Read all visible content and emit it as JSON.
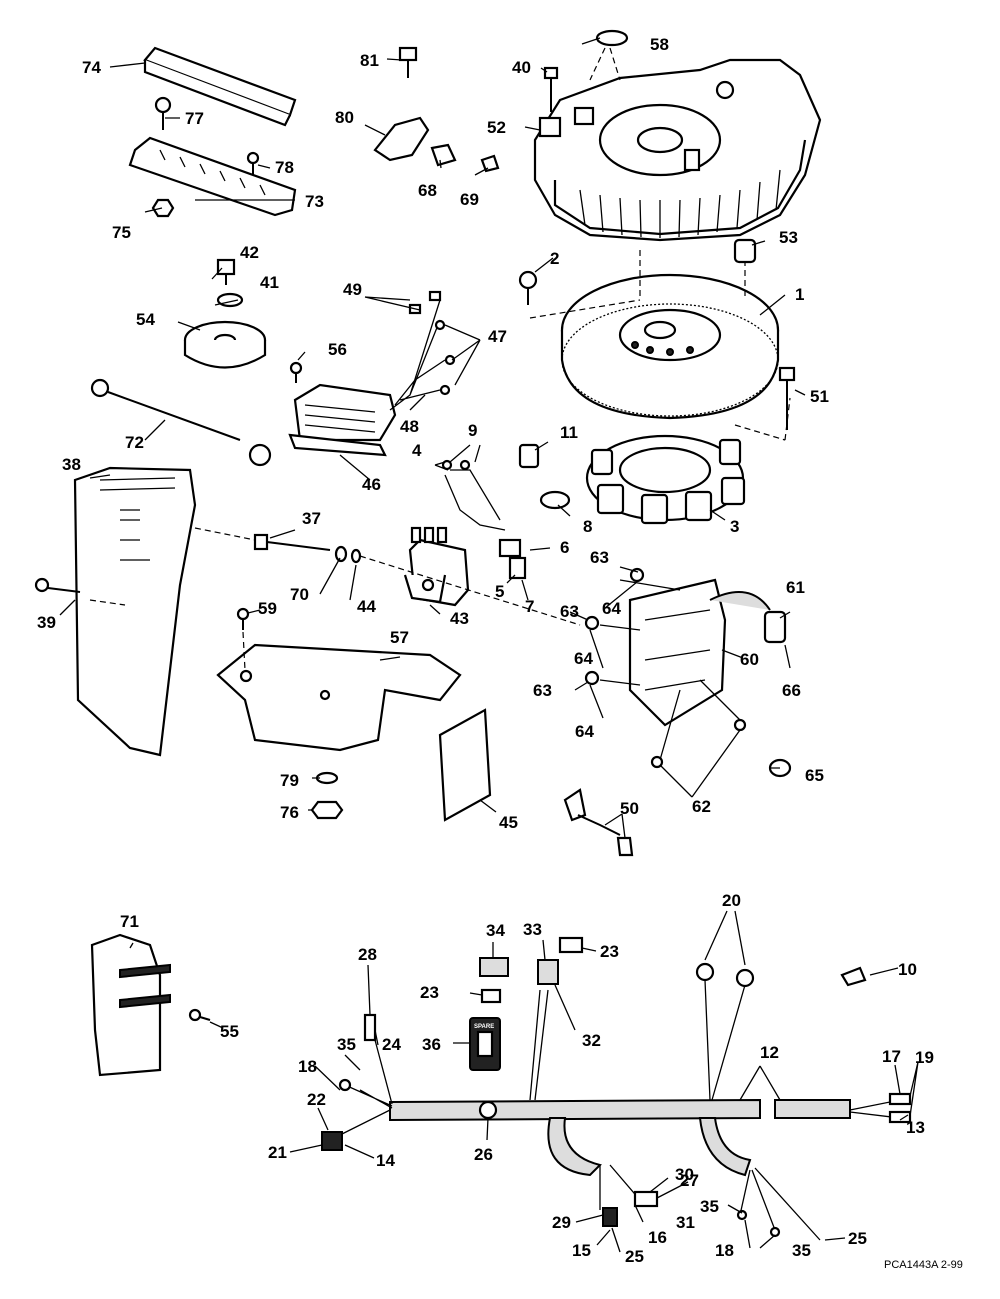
{
  "reference": "PCA1443A  2-99",
  "tag_text": "SPARE",
  "labels": {
    "n1": "1",
    "n2": "2",
    "n3": "3",
    "n4": "4",
    "n5": "5",
    "n6": "6",
    "n7": "7",
    "n8": "8",
    "n9": "9",
    "n10": "10",
    "n11": "11",
    "n12": "12",
    "n13": "13",
    "n14": "14",
    "n15": "15",
    "n16": "16",
    "n17": "17",
    "n18a": "18",
    "n18b": "18",
    "n19": "19",
    "n20": "20",
    "n21": "21",
    "n22": "22",
    "n23a": "23",
    "n23b": "23",
    "n24": "24",
    "n25a": "25",
    "n25b": "25",
    "n26": "26",
    "n27": "27",
    "n28": "28",
    "n29": "29",
    "n30": "30",
    "n31": "31",
    "n32": "32",
    "n33": "33",
    "n34": "34",
    "n35a": "35",
    "n35b": "35",
    "n35c": "35",
    "n36": "36",
    "n37": "37",
    "n38": "38",
    "n39": "39",
    "n40": "40",
    "n41": "41",
    "n42": "42",
    "n43": "43",
    "n44": "44",
    "n45": "45",
    "n46": "46",
    "n47": "47",
    "n48": "48",
    "n49": "49",
    "n50": "50",
    "n51": "51",
    "n52": "52",
    "n53": "53",
    "n54": "54",
    "n55": "55",
    "n56": "56",
    "n57": "57",
    "n58": "58",
    "n59": "59",
    "n60": "60",
    "n61": "61",
    "n62": "62",
    "n63a": "63",
    "n63b": "63",
    "n63c": "63",
    "n64a": "64",
    "n64b": "64",
    "n64c": "64",
    "n65": "65",
    "n66": "66",
    "n68": "68",
    "n69": "69",
    "n70": "70",
    "n71": "71",
    "n72": "72",
    "n73": "73",
    "n74": "74",
    "n75": "75",
    "n76": "76",
    "n77": "77",
    "n78": "78",
    "n79": "79",
    "n80": "80",
    "n81": "81"
  }
}
